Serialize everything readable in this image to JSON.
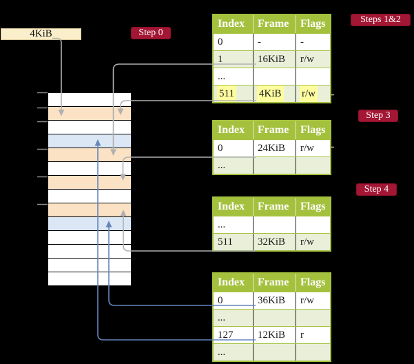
{
  "cr3_box": {
    "label": "4KiB"
  },
  "badges": {
    "steps12": "Steps 1&2",
    "step0": "Step 0",
    "step3": "Step 3",
    "step4": "Step 4"
  },
  "tables": [
    {
      "name": "page-table-level-4",
      "header": [
        "Index",
        "Frame",
        "Flags"
      ],
      "rows": [
        {
          "cells": [
            "0",
            "-",
            "-"
          ]
        },
        {
          "cells": [
            "1",
            "16KiB",
            "r/w"
          ]
        },
        {
          "cells": [
            "...",
            "",
            ""
          ]
        },
        {
          "cells": [
            "511",
            "4KiB",
            "r/w"
          ]
        }
      ]
    },
    {
      "name": "page-table-level-3",
      "header": [
        "Index",
        "Frame",
        "Flags"
      ],
      "rows": [
        {
          "cells": [
            "0",
            "24KiB",
            "r/w"
          ]
        },
        {
          "cells": [
            "...",
            "",
            ""
          ]
        }
      ]
    },
    {
      "name": "page-table-level-2",
      "header": [
        "Index",
        "Frame",
        "Flags"
      ],
      "rows": [
        {
          "cells": [
            "...",
            "",
            ""
          ]
        },
        {
          "cells": [
            "511",
            "32KiB",
            "r/w"
          ]
        }
      ]
    },
    {
      "name": "page-table-level-1",
      "header": [
        "Index",
        "Frame",
        "Flags"
      ],
      "rows": [
        {
          "cells": [
            "0",
            "36KiB",
            "r/w"
          ]
        },
        {
          "cells": [
            "...",
            "",
            ""
          ]
        },
        {
          "cells": [
            "127",
            "12KiB",
            "r"
          ]
        },
        {
          "cells": [
            "...",
            "",
            ""
          ]
        }
      ]
    }
  ],
  "memory": {
    "rows": [
      "white",
      "peach",
      "white",
      "blue",
      "peach",
      "white",
      "peach",
      "white",
      "peach",
      "blue",
      "white",
      "white",
      "white",
      "white"
    ]
  },
  "connectors": [
    {
      "id": "cr3-to-frame-4kib",
      "color": "gray",
      "from": "cr3-box",
      "to": "memory-frame-4KiB"
    },
    {
      "id": "l4-entry-1-to-frame-16kib",
      "color": "gray",
      "from": "table1-row-1",
      "to": "memory-frame-16KiB"
    },
    {
      "id": "l4-entry-511-to-frame-4kib",
      "color": "gray",
      "from": "table1-row-511",
      "to": "memory-frame-4KiB"
    },
    {
      "id": "l3-entry-0-to-frame-24kib",
      "color": "gray",
      "from": "table2-row-0",
      "to": "memory-frame-24KiB"
    },
    {
      "id": "l2-entry-511-to-frame-32kib",
      "color": "gray",
      "from": "table3-row-511",
      "to": "memory-frame-32KiB"
    },
    {
      "id": "l1-entry-0-to-frame-36kib",
      "color": "blue",
      "from": "table4-row-0",
      "to": "memory-frame-36KiB"
    },
    {
      "id": "l1-entry-127-to-frame-12kib",
      "color": "blue",
      "from": "table4-row-127",
      "to": "memory-frame-12KiB"
    }
  ],
  "colors": {
    "background": "#000000",
    "cr3_box_fill": "#faeecb",
    "badge_red": "#a31634",
    "table_green": "#a4c13e",
    "row_pale_green": "#e9efd8",
    "highlight_yellow": "#fdfc9e",
    "frame_peach": "#fbe2c4",
    "frame_blue": "#dbe7f5",
    "connector_gray": "#b0b0b0",
    "connector_blue": "#6486bb",
    "memory_rows": {
      "white": "#ffffff",
      "peach": "#fbe2c4",
      "blue": "#dbe7f5"
    }
  }
}
